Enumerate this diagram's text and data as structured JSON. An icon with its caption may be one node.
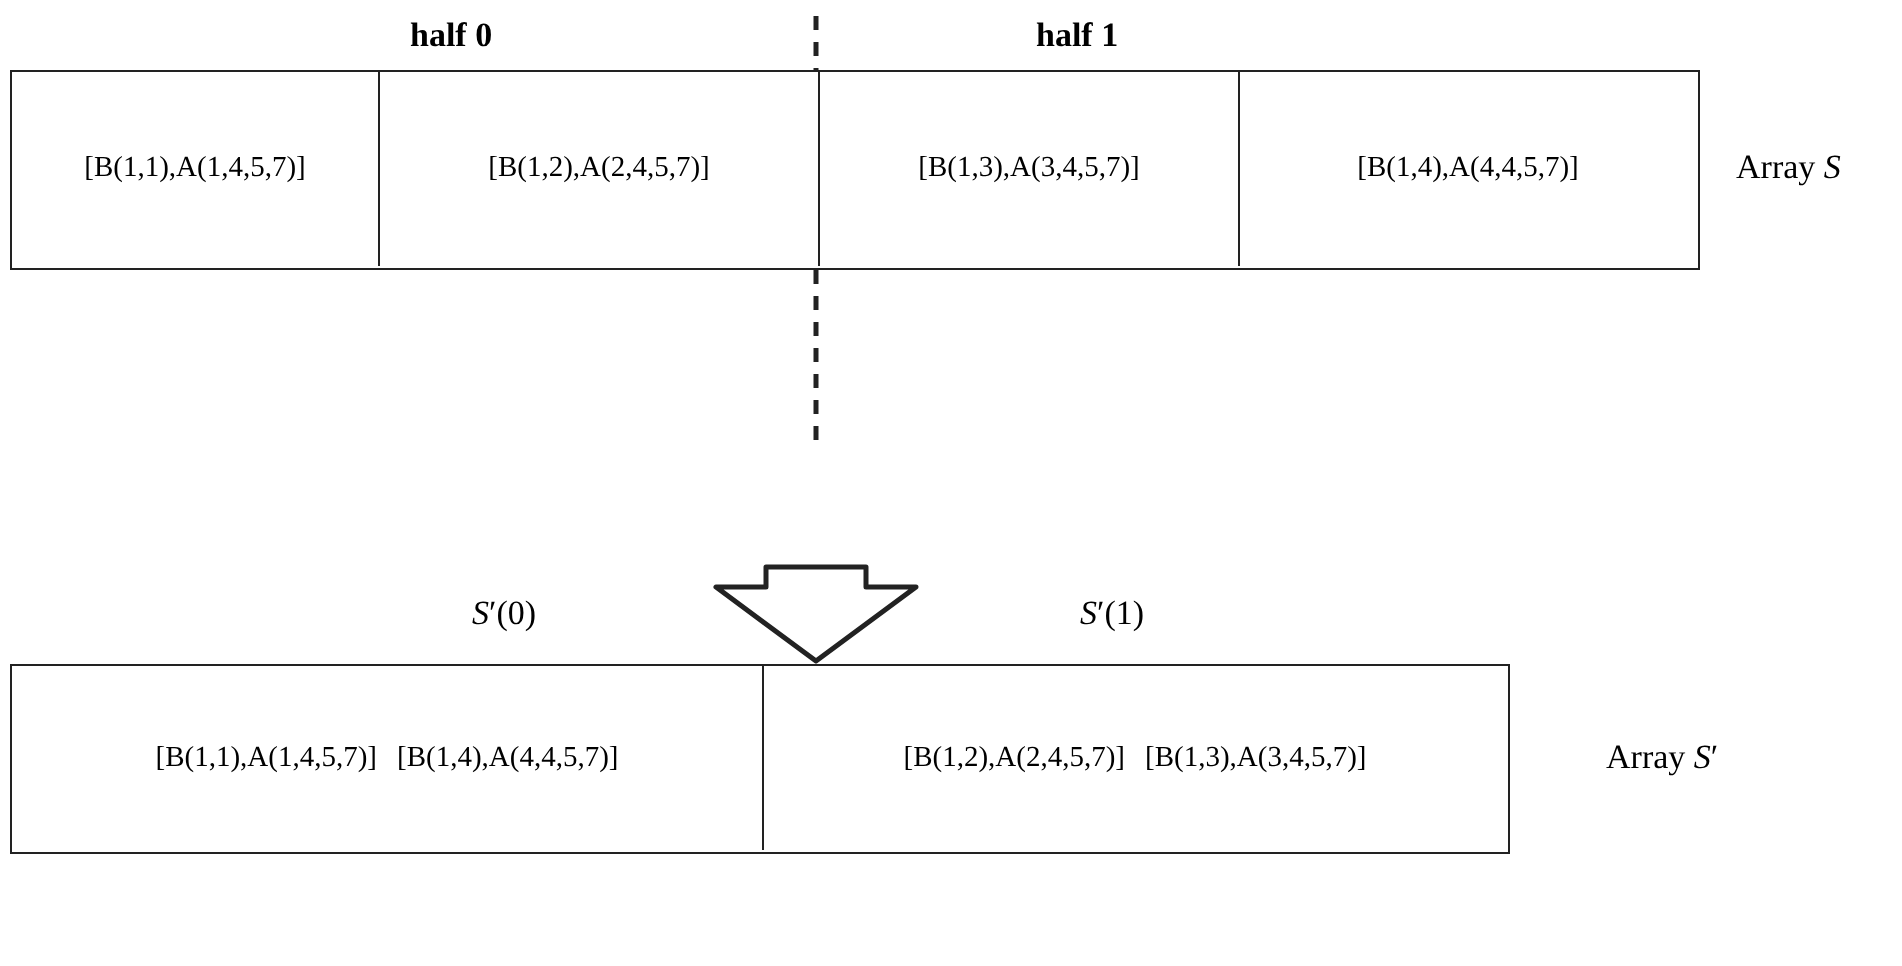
{
  "diagram": {
    "nodes": [
      {
        "text": [],
        "shape": "box"
      },
      {
        "text": [
          "[B(1,1),A(1,4,5,7)]"
        ],
        "in": 0
      },
      {
        "text": [
          "[B(1,2),A(2,4,5,7)]"
        ],
        "in": 0
      },
      {
        "text": [
          "[B(1,3),A(3,4,5,7)]"
        ],
        "in": 0
      },
      {
        "text": [
          "[B(1,4),A(4,4,5,7)]"
        ],
        "in": 0
      },
      {
        "text": [],
        "shape": "box"
      },
      {
        "text": [
          "[B(1,1),A(1,4,5,7)]",
          "[B(1,4),A(4,4,5,7)]"
        ],
        "in": 5
      },
      {
        "text": [
          "[B(1,2),A(2,4,5,7)]",
          "[B(1,3),A(3,4,5,7)]"
        ],
        "in": 5
      }
    ],
    "edges": [
      {
        "from": 0,
        "to": 5,
        "arrow": "to"
      }
    ],
    "labels": [
      "half 0",
      "half 1",
      "Array *S*",
      "*S*′(0)",
      "*S*′(1)",
      "Array *S*′"
    ]
  }
}
